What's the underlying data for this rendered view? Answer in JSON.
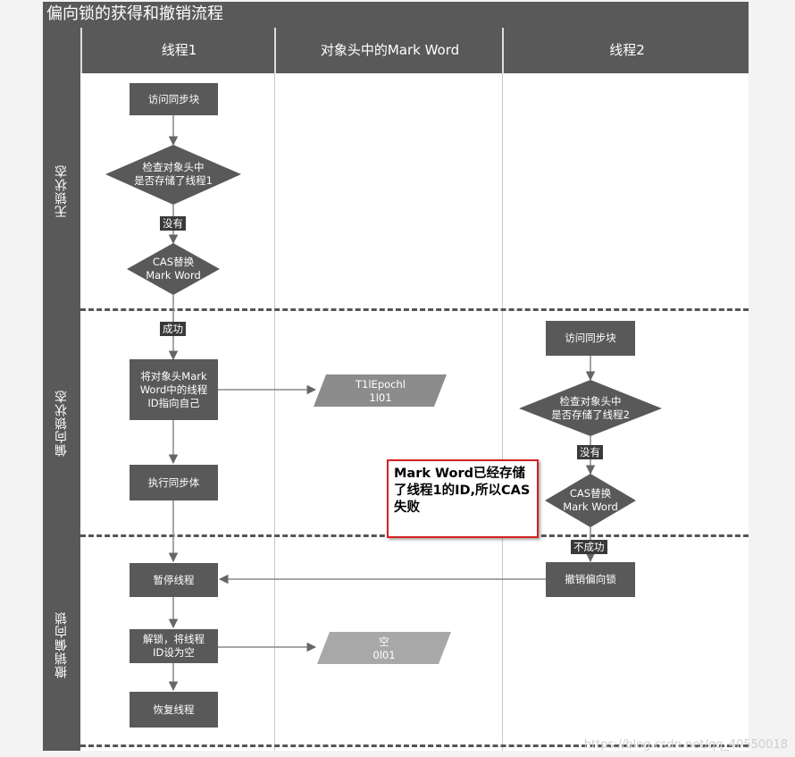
{
  "title": "偏向锁的获得和撤销流程",
  "lanes": [
    "线程1",
    "对象头中的Mark Word",
    "线程2"
  ],
  "rows": [
    "无锁状态",
    "偏向锁状态",
    "撤销偏向锁"
  ],
  "thread1": {
    "visit_sync": "访问同步块",
    "check_stored": [
      "检查对象头中",
      "是否存储了线程1"
    ],
    "cas_replace": [
      "CAS替换",
      "Mark Word"
    ],
    "set_thread_id": [
      "将对象头Mark",
      "Word中的线程",
      "ID指向自己"
    ],
    "exec_sync": "执行同步体",
    "pause_thread": "暂停线程",
    "unlock_clear": [
      "解锁，将线程",
      "ID设为空"
    ],
    "resume_thread": "恢复线程"
  },
  "markword": {
    "biased": [
      "T1lEpochl",
      "1l01"
    ],
    "empty": [
      "空",
      "0l01"
    ]
  },
  "thread2": {
    "visit_sync": "访问同步块",
    "check_stored": [
      "检查对象头中",
      "是否存储了线程2"
    ],
    "cas_replace": [
      "CAS替换",
      "Mark Word"
    ],
    "revoke_bias": "撤销偏向锁"
  },
  "edge_labels": {
    "no1": "没有",
    "success": "成功",
    "no2": "没有",
    "fail": "不成功"
  },
  "note": "Mark Word已经存储了线程1的ID,所以CAS失败",
  "watermark": "https://blog.csdn.net/qq_40550018",
  "colors": {
    "node_fill": "#595959",
    "data_fill": "#8c8c8c",
    "note_border": "#d42020"
  }
}
